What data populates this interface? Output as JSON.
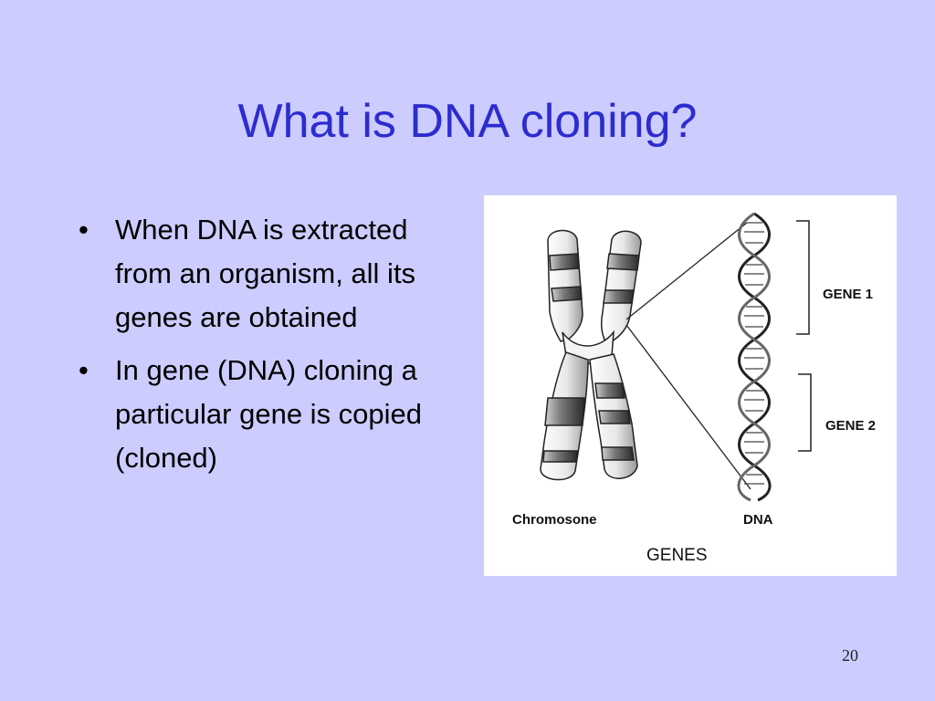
{
  "slide": {
    "title": "What is DNA cloning?",
    "bullets": [
      "When DNA is extracted from an organism, all its genes are obtained",
      "In gene (DNA) cloning a particular gene is copied (cloned)"
    ],
    "page_number": "20"
  },
  "figure": {
    "labels": {
      "gene1": "GENE 1",
      "gene2": "GENE 2",
      "chromosome": "Chromosone",
      "dna": "DNA",
      "genes": "GENES"
    }
  },
  "colors": {
    "background": "#ccccfe",
    "title": "#2c2ccf"
  }
}
